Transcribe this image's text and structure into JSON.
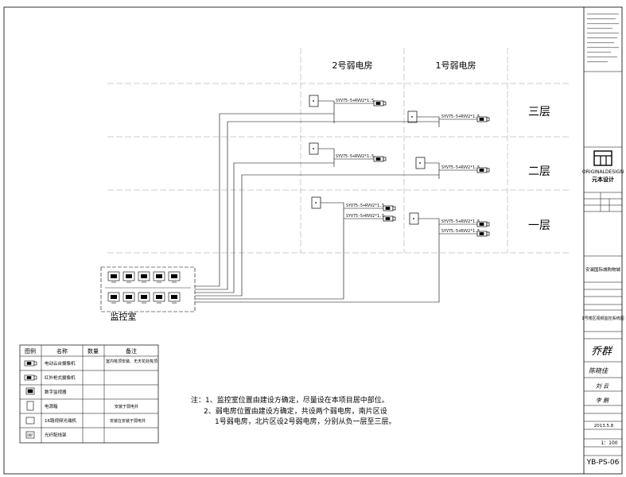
{
  "rooms": {
    "room2": "2号弱电房",
    "room1": "1号弱电房",
    "control": "监控室"
  },
  "floors": [
    "三层",
    "二层",
    "一层"
  ],
  "cables": {
    "r2_f3": "SYV75-5+RVV2*1.5",
    "r1_f3": "SYV75-5+RVV2*1.5",
    "r2_f2": "SYV75-5+RVV2*1.5",
    "r1_f2": "SYV75-5+RVV2*1.5",
    "r2_f1a": "SYV75-5+RVV2*1.5",
    "r2_f1b": "SYV75-5+RVV2*1.5",
    "r1_f1a": "SYV75-5+RVV2*1.5",
    "r1_f1b": "SYV75-5+RVV2*1.5"
  },
  "legend": {
    "headers": [
      "图例",
      "名称",
      "数量",
      "备注"
    ],
    "rows": [
      {
        "name": "电动云台摄像机",
        "qty": "",
        "note": "室内吸顶安装、无天花处吸顶"
      },
      {
        "name": "红外枪式摄像机",
        "qty": "",
        "note": ""
      },
      {
        "name": "数字监视器",
        "qty": "",
        "note": ""
      },
      {
        "name": "电源箱",
        "qty": "",
        "note": "安装于弱电井"
      },
      {
        "name": "16路视频光端机",
        "qty": "",
        "note": "安装在安装于弱电井"
      },
      {
        "name": "光纤配线架",
        "qty": "",
        "note": ""
      }
    ]
  },
  "notes": {
    "line1": "注：1、监控室位置由建设方确定，尽量设在本项目居中部位。",
    "line2": "2、弱电房位置由建设方确定，共设两个弱电房，南片区设",
    "line3": "1号弱电房，北片区设2号弱电房，分别从负一层至三层。"
  },
  "title_block": {
    "company_en": "ORIGINALDESIGN",
    "company_cn": "元本设计",
    "project": "安澜国际城购物城",
    "drawing_name": "1号楼区视频监控系统图",
    "signature": "乔群",
    "name2": "陈晓佳",
    "name3": "刘 云",
    "name4": "李 鹏",
    "date": "2013.5.8",
    "scale": "1：100",
    "drawing_no": "YB-PS-06"
  }
}
